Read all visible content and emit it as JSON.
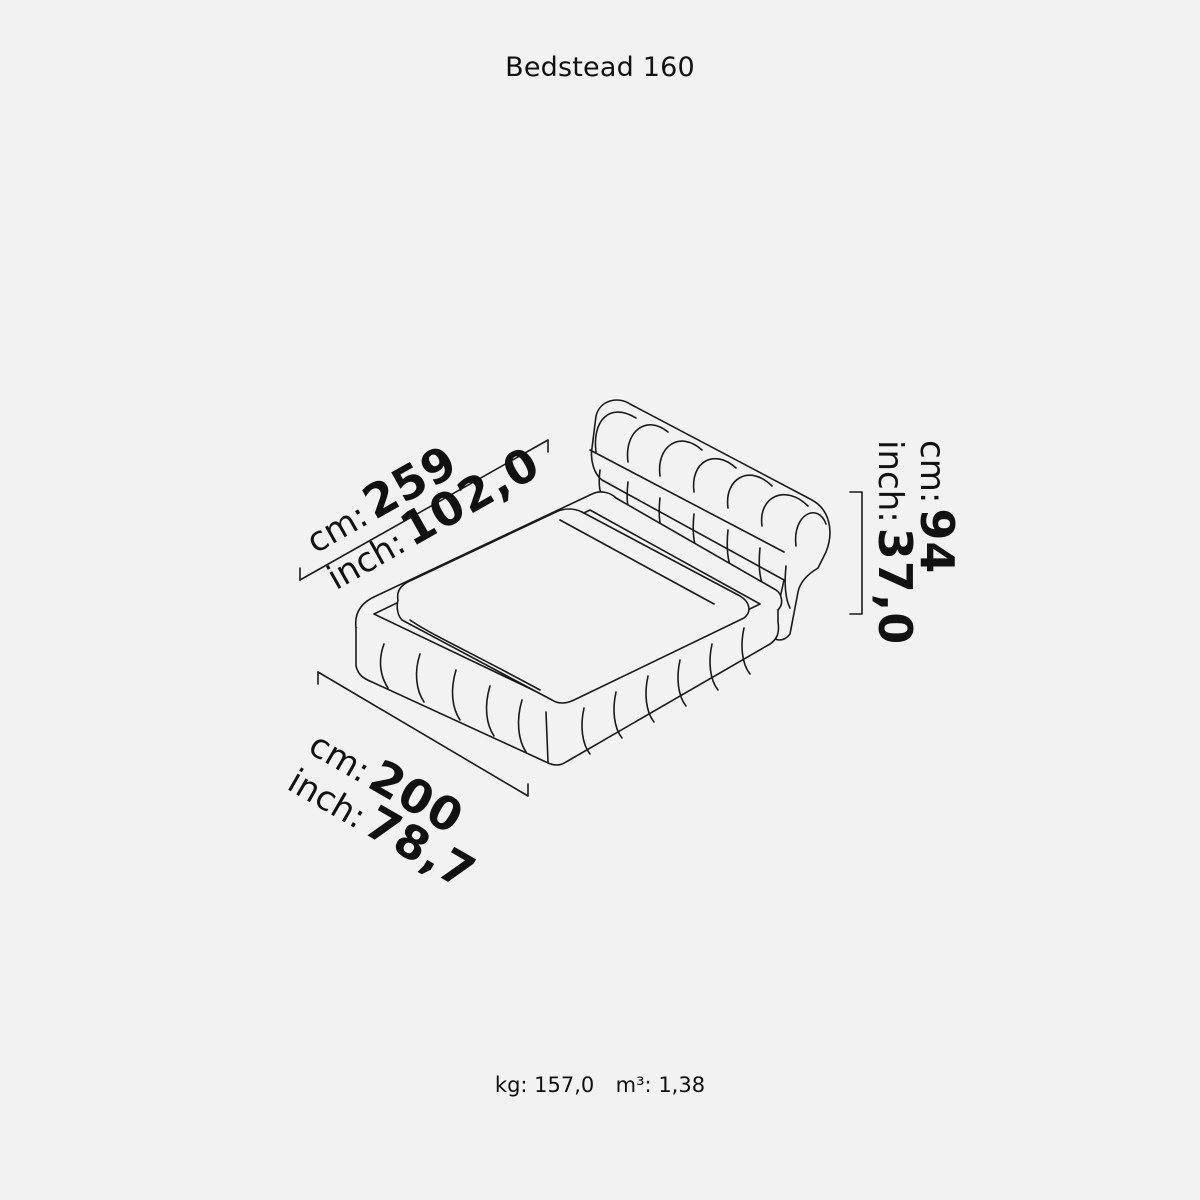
{
  "title": "Bedstead 160",
  "dimensions": {
    "length": {
      "cm_label": "cm:",
      "cm_value": "259",
      "inch_label": "inch:",
      "inch_value": "102,0"
    },
    "width": {
      "cm_label": "cm:",
      "cm_value": "200",
      "inch_label": "inch:",
      "inch_value": "78,7"
    },
    "height": {
      "cm_label": "cm:",
      "cm_value": "94",
      "inch_label": "inch:",
      "inch_value": "37,0"
    }
  },
  "footer": {
    "weight_label": "kg:",
    "weight_value": "157,0",
    "volume_label": "m³:",
    "volume_value": "1,38"
  },
  "colors": {
    "background": "#f2f2f2",
    "line": "#1a1a1a",
    "bed_fill": "#f2f2f2"
  }
}
